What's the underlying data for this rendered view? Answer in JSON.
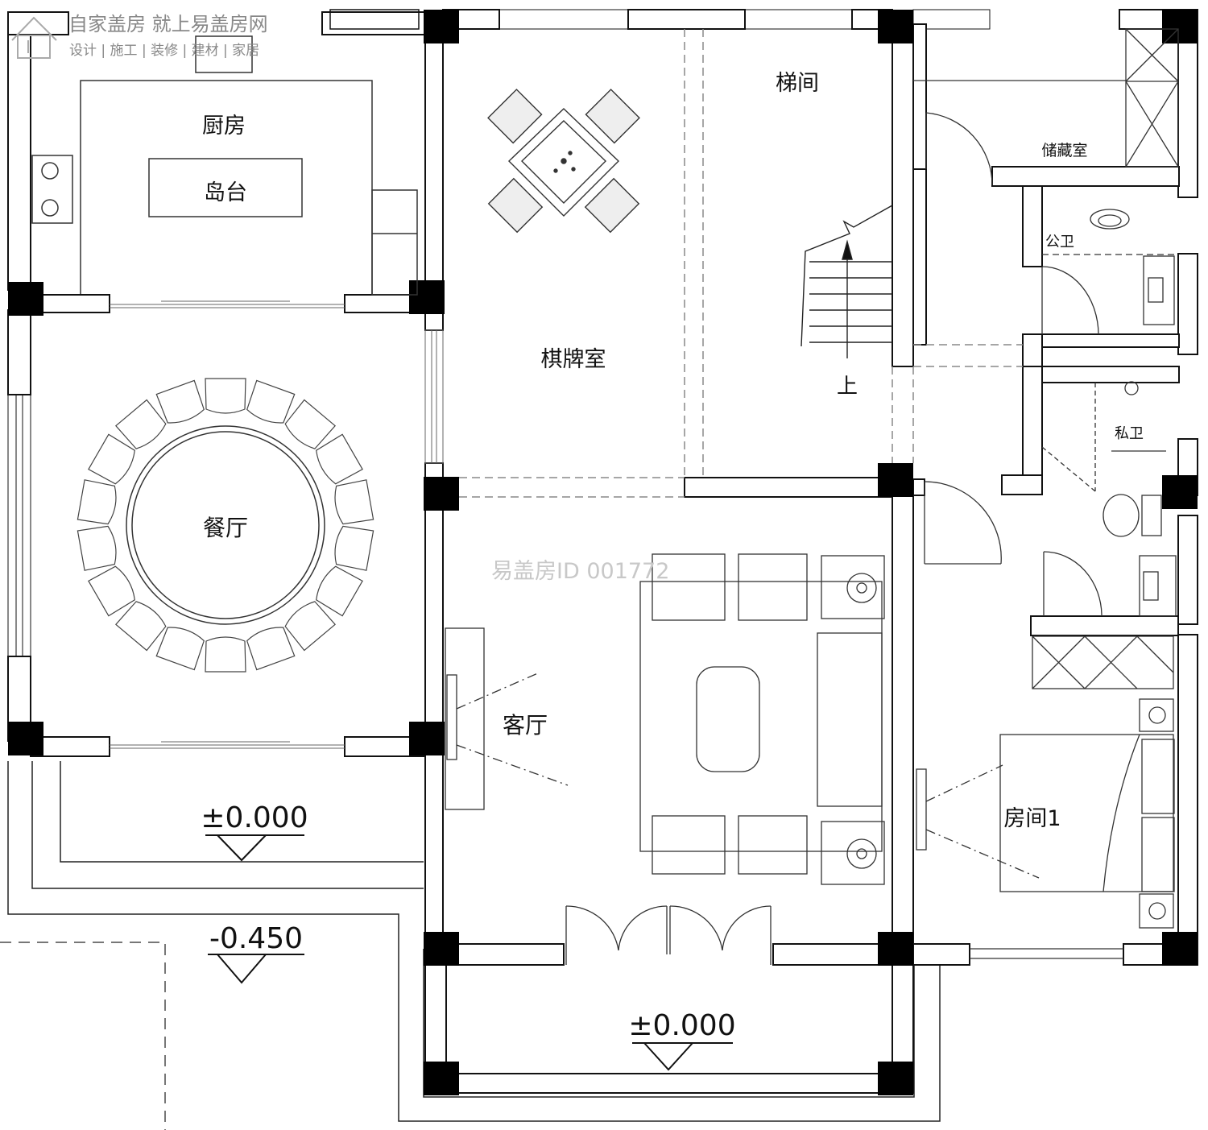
{
  "brand": {
    "name": "自家盖房 就上易盖房网",
    "tagline": "设计 | 施工 | 装修 | 建材 | 家居"
  },
  "watermark": "易盖房ID 001772",
  "rooms": {
    "kitchen": "厨房",
    "island": "岛台",
    "dining": "餐厅",
    "mahjong": "棋牌室",
    "stair": "梯间",
    "storage": "储藏室",
    "public_bath": "公卫",
    "private_bath": "私卫",
    "living": "客厅",
    "bedroom1": "房间1"
  },
  "stair_up": "上",
  "levels": {
    "west_terrace": "±0.000",
    "outdoor": "-0.450",
    "porch": "±0.000"
  }
}
